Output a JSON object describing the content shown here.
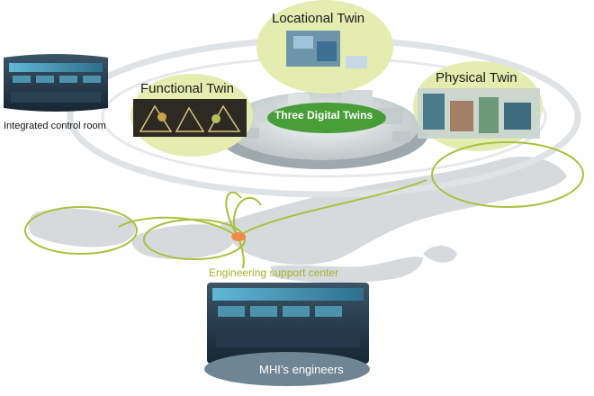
{
  "title_three_twins": "Three Digital Twins",
  "twins": {
    "locational": "Locational Twin",
    "functional": "Functional Twin",
    "physical": "Physical Twin"
  },
  "labels": {
    "integrated_control_room": "Integrated control room",
    "engineering_support_center": "Engineering support center",
    "mhi_engineers": "MHI’s engineers"
  },
  "colors": {
    "twin_bubble": "#e4ecb0",
    "link_line": "#a9c13f",
    "center_green": "#3f9a2e",
    "orbit_gray": "#dfe3e6",
    "map_gray": "#d6dadd",
    "hub": "#f08a4b",
    "esc_text": "#a6b02a"
  }
}
